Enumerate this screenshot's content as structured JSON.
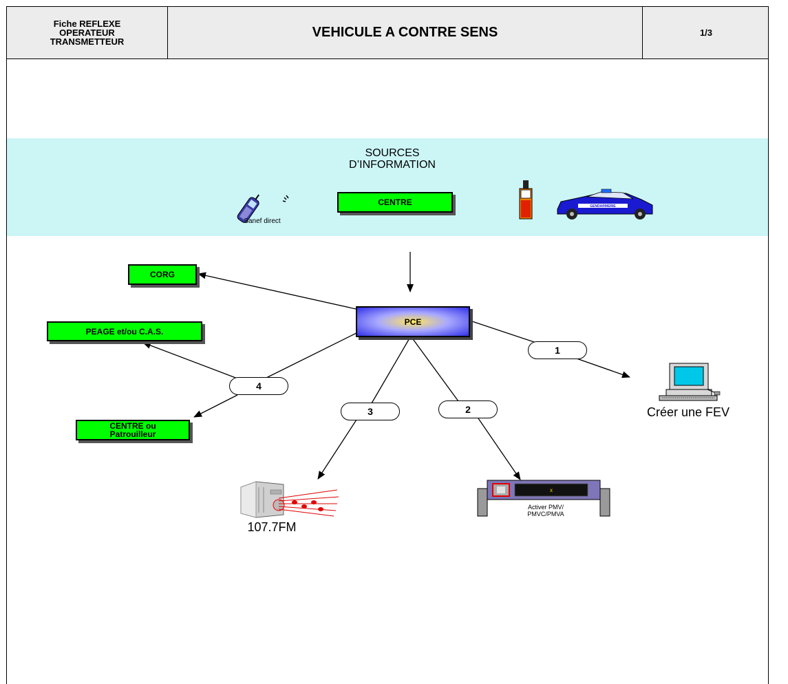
{
  "header": {
    "left_lines": [
      "Fiche REFLEXE",
      "OPERATEUR",
      "TRANSMETTEUR"
    ],
    "title": "VEHICULE A CONTRE SENS",
    "page": "1/3"
  },
  "sources": {
    "title_lines": [
      "SOURCES",
      "D’INFORMATION"
    ],
    "phone_label": "Sanef direct",
    "centre": "CENTRE",
    "car_text": "GENDARMERIE"
  },
  "nodes": {
    "pce": "PCE",
    "corg": "CORG",
    "peage": "PEAGE et/ou C.A.S.",
    "centre_patrol_lines": [
      "CENTRE ou",
      "Patrouilleur"
    ]
  },
  "steps": {
    "s1": "1",
    "s2": "2",
    "s3": "3",
    "s4": "4"
  },
  "targets": {
    "fev": "Créer une FEV",
    "radio": "107.7FM",
    "pmv_lines": [
      "Activer PMV/",
      "PMVC/PMVA"
    ],
    "pmv_screen": "x"
  },
  "colors": {
    "band": "#ccf5f6",
    "box_green": "#00ff00",
    "pce_outer": "#3030e8",
    "pce_center": "#ffe65c"
  }
}
